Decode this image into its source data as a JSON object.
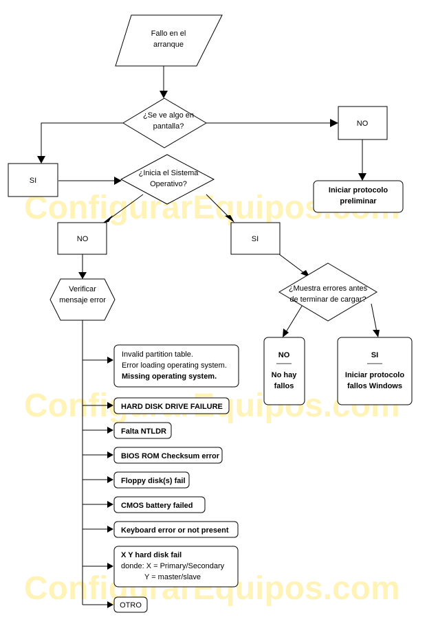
{
  "watermark": {
    "text": "ConfigurarEquipos.com",
    "color": "#fff3b8"
  },
  "nodes": {
    "start": {
      "line1": "Fallo en el",
      "line2": "arranque"
    },
    "decision1": {
      "line1": "¿Se ve algo en",
      "line2": "pantalla?"
    },
    "no1": {
      "label": "NO"
    },
    "si1": {
      "label": "SI"
    },
    "decision2": {
      "line1": "¿Inicia el Sistema",
      "line2": "Operativo?"
    },
    "preliminar": {
      "line1": "Iniciar protocolo",
      "line2": "preliminar"
    },
    "no2": {
      "label": "NO"
    },
    "si2": {
      "label": "SI"
    },
    "verificar": {
      "line1": "Verificar",
      "line2": "mensaje error"
    },
    "decision3": {
      "line1": "¿Muestra errores antes",
      "line2": "de terminar de cargar?"
    },
    "no_fallos": {
      "title": "NO",
      "sep": "——",
      "line1": "No hay",
      "line2": "fallos"
    },
    "si_windows": {
      "title": "SI",
      "sep": "——",
      "line1": "Iniciar protocolo",
      "line2": "fallos Windows"
    }
  },
  "errors": {
    "partition": {
      "line1": "Invalid partition table.",
      "line2": "Error loading operating system.",
      "line3": "Missing operating system."
    },
    "hdd_failure": {
      "label": "HARD DISK DRIVE FAILURE"
    },
    "ntldr": {
      "label": "Falta NTLDR"
    },
    "bios_checksum": {
      "label": "BIOS ROM Checksum error"
    },
    "floppy": {
      "label": "Floppy disk(s) fail"
    },
    "cmos": {
      "label": "CMOS battery failed"
    },
    "keyboard": {
      "label": "Keyboard error or not present"
    },
    "xy_hdd": {
      "line1": "X Y hard disk fail",
      "line2": "donde: X = Primary/Secondary",
      "line3": "Y = master/slave"
    },
    "otro": {
      "label": "OTRO"
    }
  }
}
